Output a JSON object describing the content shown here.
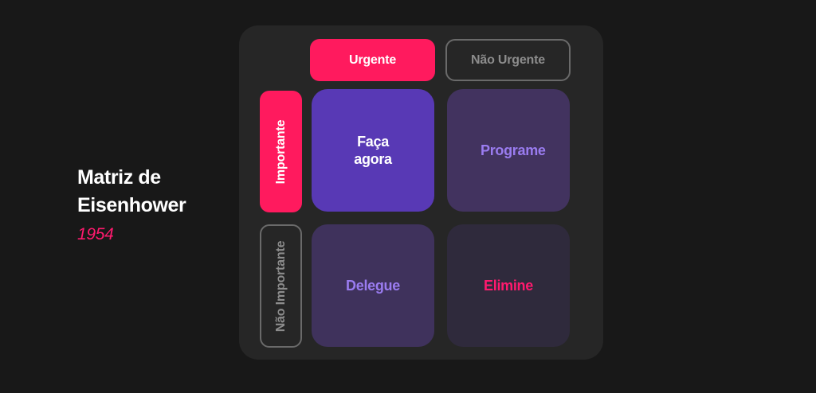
{
  "title": {
    "line1": "Matriz de",
    "line2": "Eisenhower",
    "year": "1954"
  },
  "matrix": {
    "columns": [
      "Urgente",
      "Não Urgente"
    ],
    "rows": [
      "Importante",
      "Não Importante"
    ],
    "quadrants": [
      {
        "label": "Faça agora"
      },
      {
        "label": "Programe"
      },
      {
        "label": "Delegue"
      },
      {
        "label": "Elimine"
      }
    ]
  },
  "colors": {
    "background": "#181818",
    "panel": "#262626",
    "accent": "#ff1a5e",
    "do_now": "#5839b5",
    "quadrant_muted": "#42335f",
    "quadrant_dim": "#2f2a3c",
    "purple_text": "#9a7cf0"
  }
}
